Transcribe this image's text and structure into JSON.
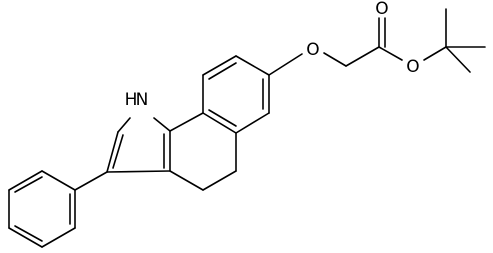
{
  "labels": {
    "nh_n": "N",
    "nh_h": "H",
    "ether_o": "O",
    "carbonyl_o": "O",
    "ester_o": "O"
  },
  "colors": {
    "bond": "#000000",
    "background": "#ffffff"
  }
}
